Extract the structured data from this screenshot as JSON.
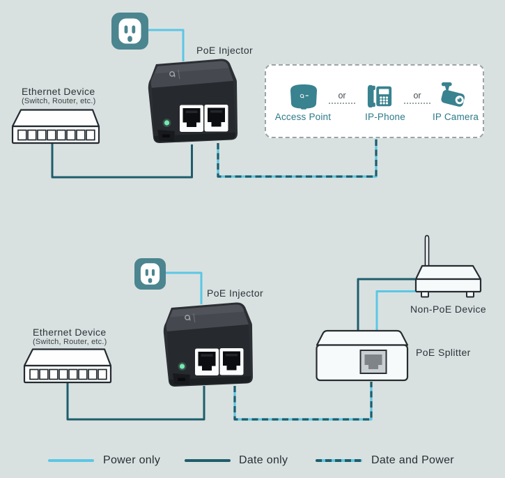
{
  "meta": {
    "background_color": "#d8e1e0"
  },
  "palette": {
    "power_line": "#5cc6e4",
    "data_line": "#1e5d6b",
    "outlet_teal": "#4b858f",
    "device_icon_teal": "#39828f",
    "teal_label": "#2b7989",
    "text_dark": "#2c3338",
    "led_green": "#76e9b5"
  },
  "icons": {
    "power-outlet-icon": "teal rounded square wall outlet",
    "access-point-icon": "teal access point squircle",
    "ip-phone-icon": "teal desk phone with handset",
    "ip-camera-icon": "teal bullet camera",
    "poe-injector-device": "black PoE injector with two RJ45 ports",
    "ethernet-switch-device": "outlined 8-port switch",
    "poe-splitter-device": "outlined box with RJ45 port",
    "non-poe-device": "outlined router with antenna"
  },
  "top_diagram": {
    "poe_injector_label": "PoE Injector",
    "ethernet_device_label": "Ethernet Device",
    "ethernet_device_sublabel": "(Switch, Router, etc.)",
    "powered_devices": {
      "or_separator": "or",
      "items": [
        {
          "icon": "access-point-icon",
          "label": "Access Point"
        },
        {
          "icon": "ip-phone-icon",
          "label": "IP-Phone"
        },
        {
          "icon": "ip-camera-icon",
          "label": "IP Camera"
        }
      ]
    }
  },
  "bottom_diagram": {
    "poe_injector_label": "PoE Injector",
    "ethernet_device_label": "Ethernet Device",
    "ethernet_device_sublabel": "(Switch, Router, etc.)",
    "non_poe_device_label": "Non-PoE Device",
    "poe_splitter_label": "PoE Splitter"
  },
  "legend": [
    {
      "style": "power",
      "label": "Power only"
    },
    {
      "style": "data",
      "label": "Date only"
    },
    {
      "style": "data-power",
      "label": "Date and Power"
    }
  ]
}
